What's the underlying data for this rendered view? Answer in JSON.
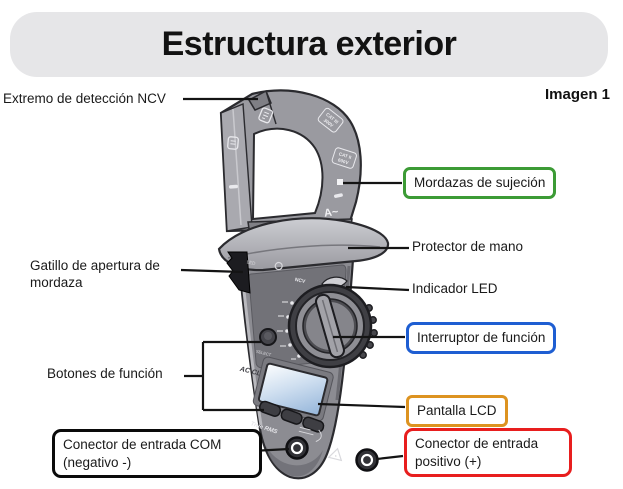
{
  "page": {
    "title": "Estructura exterior",
    "image_caption": "Imagen 1"
  },
  "callouts": {
    "ncv_tip": {
      "text": "Extremo de detección NCV"
    },
    "jaws": {
      "text": "Mordazas de sujeción",
      "border": "#3c9b35"
    },
    "hand_guard": {
      "text": "Protector de mano"
    },
    "trigger": {
      "text": "Gatillo de apertura de mordaza"
    },
    "led": {
      "text": "Indicador LED"
    },
    "function_switch": {
      "text": "Interruptor de función",
      "border": "#1e5ed2"
    },
    "function_buttons": {
      "text": "Botones de función"
    },
    "lcd": {
      "text": "Pantalla LCD",
      "border": "#dd9320"
    },
    "com_input": {
      "text": "Conector de entrada COM (negativo -)",
      "border": "#0a0a0a"
    },
    "positive_input": {
      "text": "Conector de entrada positivo (+)",
      "border": "#e81e1e"
    }
  },
  "device_markings": {
    "ncv": "NCV",
    "cat1_line1": "CAT III",
    "cat1_line2": "300V",
    "cat2_line1": "CAT II",
    "cat2_line2": "600V",
    "amp": "A~",
    "led_light": "LED",
    "select": "SELECT",
    "off": "OFF",
    "brand": "AC CLAMP METER",
    "true_rms": "True RMS"
  },
  "colors": {
    "title_bar_bg": "#e6e6e8",
    "green": "#3c9b35",
    "blue": "#1e5ed2",
    "orange": "#dd9320",
    "red": "#e81e1e",
    "black": "#0a0a0a",
    "lcd_blue": "#93b4d9",
    "device_gray": "#8c8c92"
  }
}
